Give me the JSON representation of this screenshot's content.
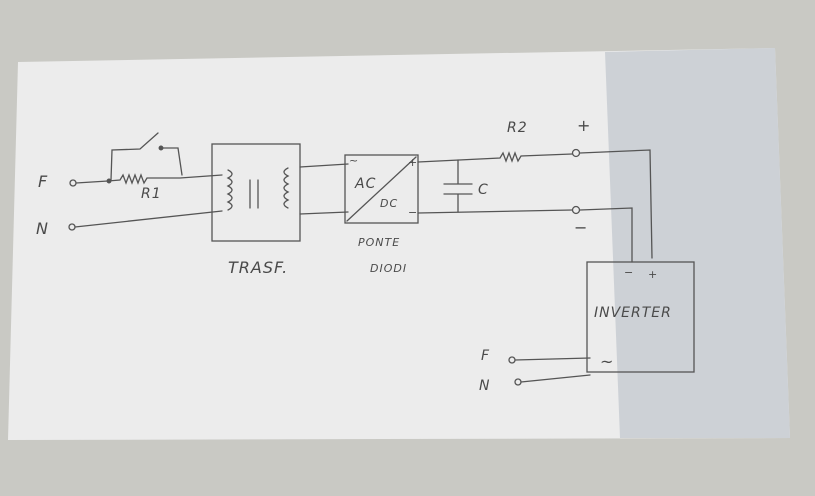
{
  "labels": {
    "phase_in": "F",
    "neutral_in": "N",
    "r1": "R1",
    "transformer": "TRASF.",
    "rect_ac": "AC",
    "rect_dc": "DC",
    "bridge_line1": "PONTE",
    "bridge_line2": "DIODI",
    "r2": "R2",
    "capacitor": "C",
    "dc_plus": "+",
    "dc_minus": "−",
    "inverter": "INVERTER",
    "inv_minus": "−",
    "inv_plus": "+",
    "inv_ac": "~",
    "rect_tilde": "~",
    "rect_plus": "+",
    "rect_minus": "−",
    "phase_out": "F",
    "neutral_out": "N"
  },
  "colors": {
    "paper": "#ececec",
    "ink": "#4a4a4a",
    "background": "#c9c9c4",
    "shadow": "#c8ccd2"
  }
}
